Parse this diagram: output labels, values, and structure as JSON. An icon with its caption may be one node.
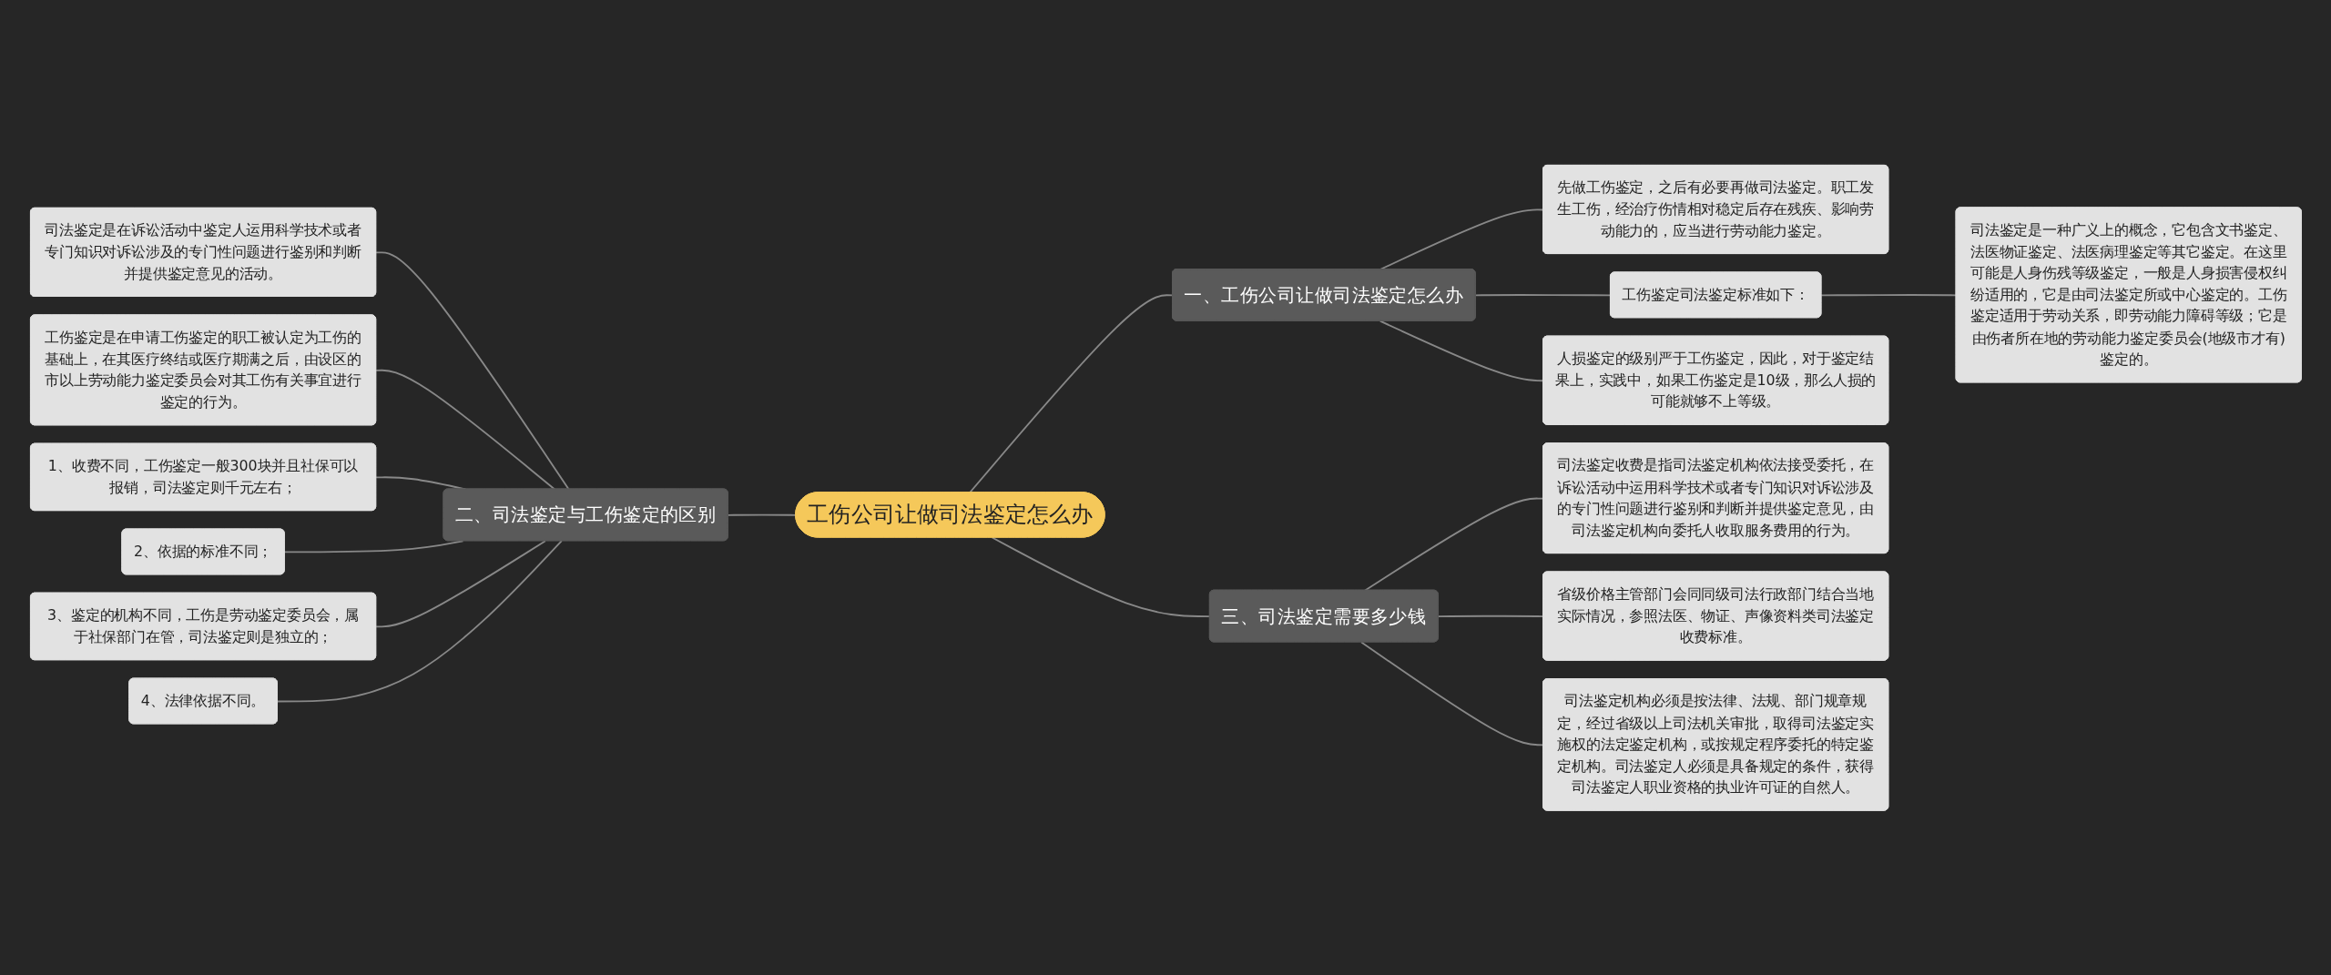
{
  "diagram": {
    "nodes": [
      {
        "text": [
          "工伤公司让做司法鉴定怎么办"
        ]
      },
      {
        "text": [
          "一、工伤公司让做司法鉴定怎么办"
        ]
      },
      {
        "text": [
          "先做工伤鉴定，之后有必要再做司法鉴定。职工发生工伤，经治疗伤情相对稳定后存在残疾、影响劳动能力的，应当进行劳动能力鉴定。"
        ]
      },
      {
        "text": [
          "工伤鉴定司法鉴定标准如下："
        ]
      },
      {
        "text": [
          "司法鉴定是一种广义上的概念，它包含文书鉴定、法医物证鉴定、法医病理鉴定等其它鉴定。在这里可能是人身伤残等级鉴定，一般是人身损害侵权纠纷适用的，它是由司法鉴定所或中心鉴定的。工伤鉴定适用于劳动关系，即劳动能力障碍等级；它是由伤者所在地的劳动能力鉴定委员会(地级市才有)鉴定的。"
        ]
      },
      {
        "text": [
          "人损鉴定的级别严于工伤鉴定，因此，对于鉴定结果上，实践中，如果工伤鉴定是10级，那么人损的可能就够不上等级。"
        ]
      },
      {
        "text": [
          "二、司法鉴定与工伤鉴定的区别"
        ]
      },
      {
        "text": [
          "司法鉴定是在诉讼活动中鉴定人运用科学技术或者专门知识对诉讼涉及的专门性问题进行鉴别和判断并提供鉴定意见的活动。"
        ]
      },
      {
        "text": [
          "工伤鉴定是在申请工伤鉴定的职工被认定为工伤的基础上，在其医疗终结或医疗期满之后，由设区的市以上劳动能力鉴定委员会对其工伤有关事宜进行鉴定的行为。"
        ]
      },
      {
        "text": [
          "1、收费不同，工伤鉴定一般300块并且社保可以报销，司法鉴定则千元左右；"
        ]
      },
      {
        "text": [
          "2、依据的标准不同；"
        ]
      },
      {
        "text": [
          "3、鉴定的机构不同，工伤是劳动鉴定委员会，属于社保部门在管，司法鉴定则是独立的；"
        ]
      },
      {
        "text": [
          "4、法律依据不同。"
        ]
      },
      {
        "text": [
          "三、司法鉴定需要多少钱"
        ]
      },
      {
        "text": [
          "司法鉴定收费是指司法鉴定机构依法接受委托，在诉讼活动中运用科学技术或者专门知识对诉讼涉及的专门性问题进行鉴别和判断并提供鉴定意见，由司法鉴定机构向委托人收取服务费用的行为。"
        ]
      },
      {
        "text": [
          "省级价格主管部门会同同级司法行政部门结合当地实际情况，参照法医、物证、声像资料类司法鉴定收费标准。"
        ]
      },
      {
        "text": [
          "司法鉴定机构必须是按法律、法规、部门规章规定，经过省级以上司法机关审批，取得司法鉴定实施权的法定鉴定机构，或按规定程序委托的特定鉴定机构。司法鉴定人必须是具备规定的条件，获得司法鉴定人职业资格的执业许可证的自然人。"
        ]
      }
    ],
    "edges": [
      {
        "from": 0,
        "to": 1,
        "arrow": "none"
      },
      {
        "from": 1,
        "to": 2,
        "arrow": "none"
      },
      {
        "from": 1,
        "to": 3,
        "arrow": "none"
      },
      {
        "from": 3,
        "to": 4,
        "arrow": "none"
      },
      {
        "from": 1,
        "to": 5,
        "arrow": "none"
      },
      {
        "from": 0,
        "to": 6,
        "arrow": "none"
      },
      {
        "from": 6,
        "to": 7,
        "arrow": "none"
      },
      {
        "from": 6,
        "to": 8,
        "arrow": "none"
      },
      {
        "from": 6,
        "to": 9,
        "arrow": "none"
      },
      {
        "from": 6,
        "to": 10,
        "arrow": "none"
      },
      {
        "from": 6,
        "to": 11,
        "arrow": "none"
      },
      {
        "from": 6,
        "to": 12,
        "arrow": "none"
      },
      {
        "from": 0,
        "to": 13,
        "arrow": "none"
      },
      {
        "from": 13,
        "to": 14,
        "arrow": "none"
      },
      {
        "from": 13,
        "to": 15,
        "arrow": "none"
      },
      {
        "from": 13,
        "to": 16,
        "arrow": "none"
      }
    ]
  }
}
